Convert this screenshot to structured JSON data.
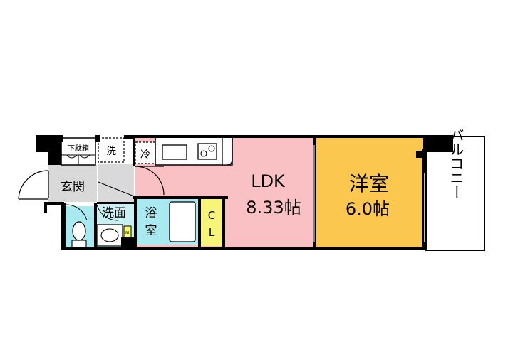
{
  "rooms": {
    "ldk": {
      "name": "LDK",
      "size": "8.33帖",
      "color": "#f9c1c4"
    },
    "western": {
      "name": "洋室",
      "size": "6.0帖",
      "color": "#fbc74e"
    },
    "balcony": {
      "name": "バルコニー"
    },
    "entrance": {
      "name": "玄関",
      "color": "#d9d9d9"
    },
    "washroom": {
      "name": "洗面",
      "color": "#c9f1f4"
    },
    "bath": {
      "name": "浴室",
      "color": "#a9eaf0"
    },
    "closet": {
      "name": "CL",
      "color": "#f6f57a"
    },
    "toilet": {
      "color": "#a9eaf0"
    }
  },
  "fixtures": {
    "shoe_box": "下駄箱",
    "washer": "洗",
    "fridge": "冷",
    "water_heater": "WH"
  },
  "colors": {
    "wall": "#000000",
    "floor_corridor": "#ffffff"
  }
}
